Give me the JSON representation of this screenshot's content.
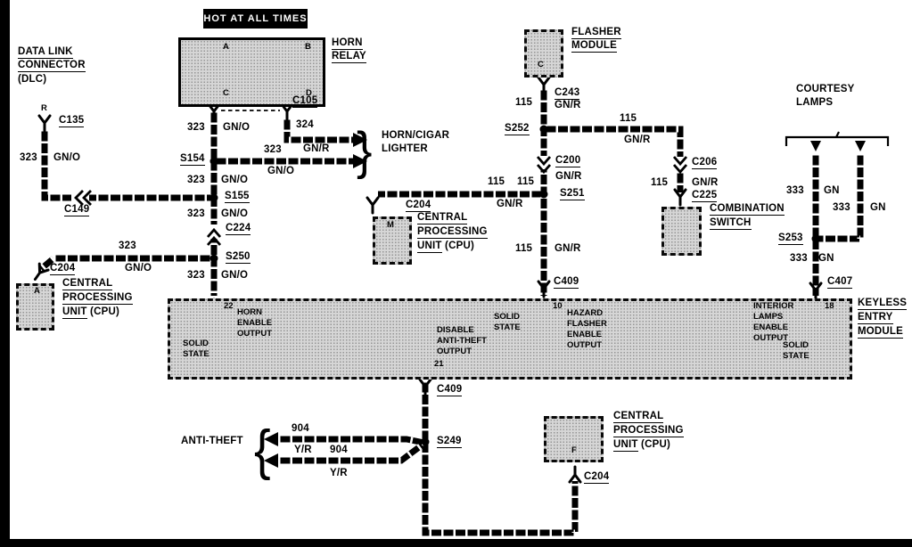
{
  "banner": {
    "hot_at_all_times": "HOT AT ALL TIMES"
  },
  "components": {
    "dlc": {
      "line1": "DATA LINK",
      "line2": "CONNECTOR",
      "line3": "(DLC)",
      "terminal_r": "R"
    },
    "horn_relay": {
      "line1": "HORN",
      "line2": "RELAY",
      "terminal_a": "A",
      "terminal_b": "B",
      "terminal_c": "C",
      "terminal_d": "D"
    },
    "flasher_module": {
      "line1": "FLASHER",
      "line2": "MODULE",
      "terminal_c": "C"
    },
    "horn_cigar_lighter": {
      "line1": "HORN/CIGAR",
      "line2": "LIGHTER"
    },
    "cpu": {
      "line1": "CENTRAL",
      "line2": "PROCESSING",
      "line3_u": "UNIT",
      "line3_rest": "(CPU)"
    },
    "cpu_terminals": {
      "a": "A",
      "m": "M",
      "f": "F"
    },
    "combination_switch": {
      "line1": "COMBINATION",
      "line2": "SWITCH"
    },
    "courtesy_lamps": {
      "line1": "COURTESY",
      "line2": "LAMPS"
    },
    "anti_theft": {
      "label": "ANTI-THEFT"
    },
    "keyless": {
      "line1": "KEYLESS",
      "line2": "ENTRY",
      "line3": "MODULE",
      "pin_22": "22",
      "pin_21": "21",
      "pin_10": "10",
      "pin_18": "18",
      "horn_enable": {
        "line1": "HORN",
        "line2": "ENABLE",
        "line3": "OUTPUT"
      },
      "solid_state": {
        "line1": "SOLID",
        "line2": "STATE"
      },
      "disable_anti_theft": {
        "line1": "DISABLE",
        "line2": "ANTI-THEFT",
        "line3": "OUTPUT"
      },
      "hazard_flasher": {
        "line1": "HAZARD",
        "line2": "FLASHER",
        "line3": "ENABLE",
        "line4": "OUTPUT"
      },
      "interior_lamps": {
        "line1": "INTERIOR",
        "line2": "LAMPS",
        "line3": "ENABLE",
        "line4": "OUTPUT"
      }
    }
  },
  "connectors": {
    "c135": "C135",
    "c149": "C149",
    "c105": "C105",
    "c224": "C224",
    "c204": "C204",
    "c243": "C243",
    "c200": "C200",
    "c206": "C206",
    "c225": "C225",
    "c407": "C407",
    "c409": "C409"
  },
  "splices": {
    "s154": "S154",
    "s155": "S155",
    "s250": "S250",
    "s249": "S249",
    "s252": "S252",
    "s251": "S251",
    "s253": "S253"
  },
  "wires": {
    "w323": {
      "number": "323",
      "color": "GN/O"
    },
    "w324": {
      "number": "324",
      "color": "GN/R"
    },
    "w115": {
      "number": "115",
      "color": "GN/R"
    },
    "w333": {
      "number": "333",
      "color": "GN"
    },
    "w904": {
      "number": "904",
      "color": "Y/R"
    }
  },
  "colors": {
    "background": "#ffffff",
    "ink": "#000000",
    "module_fill": "#d6d6d6",
    "banner_bg": "#000000",
    "banner_text": "#ffffff"
  }
}
